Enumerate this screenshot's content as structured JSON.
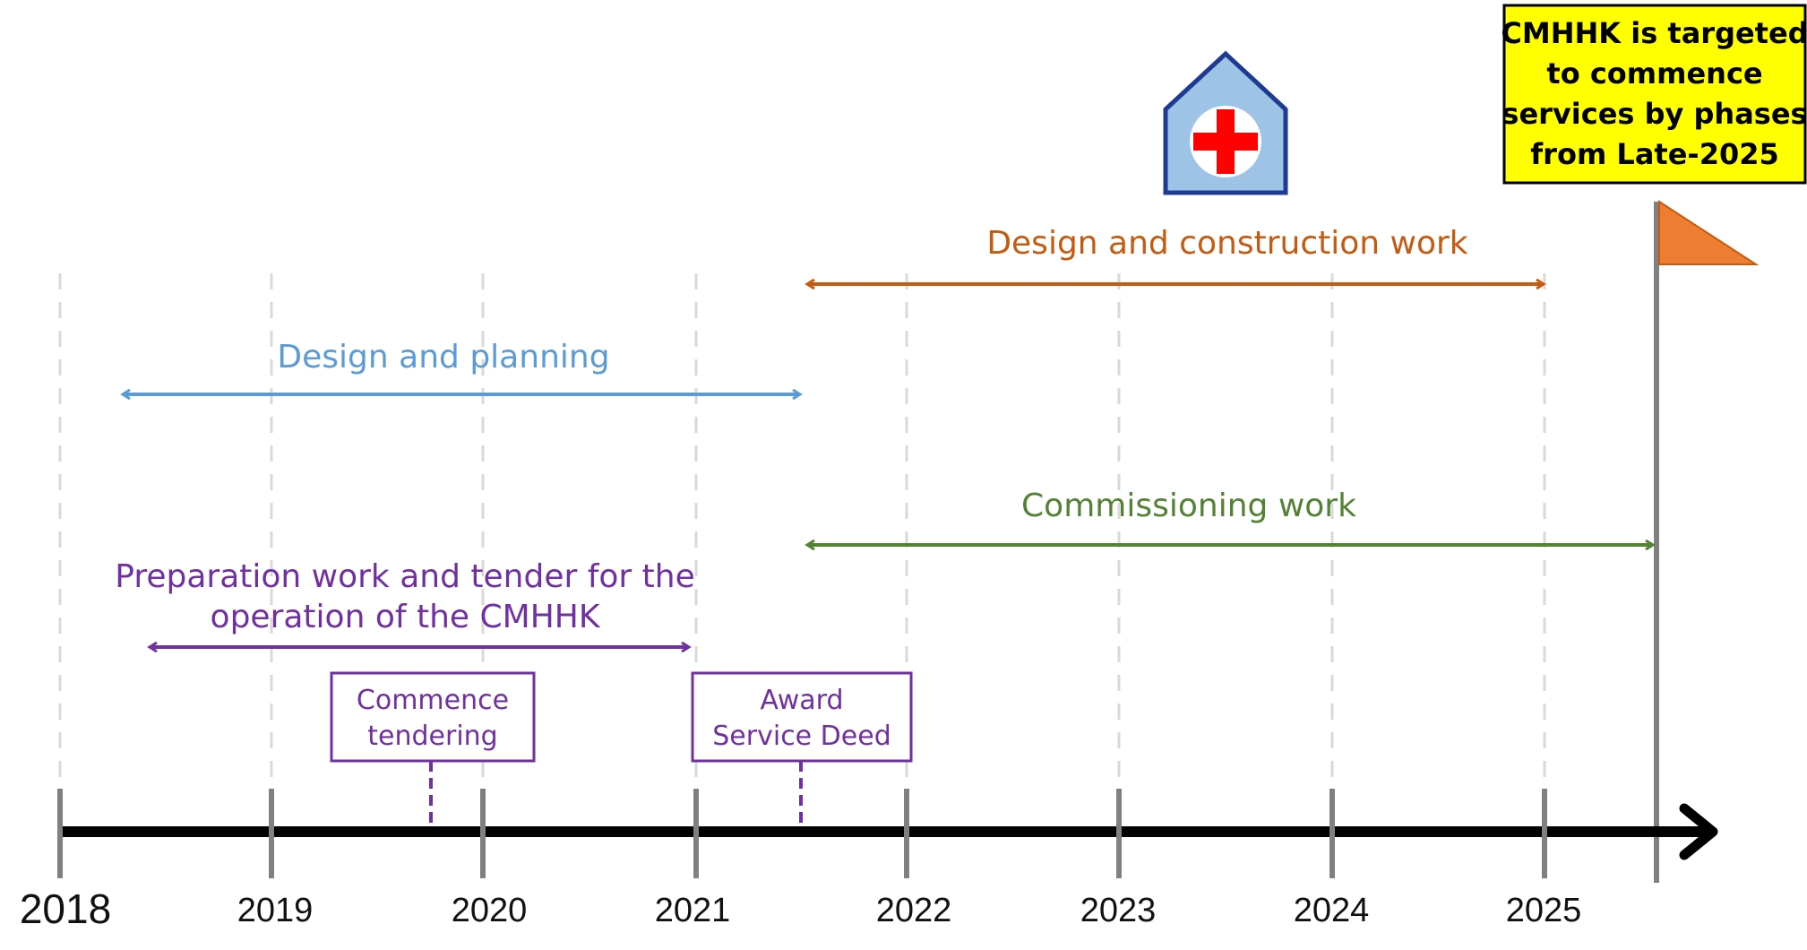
{
  "years": [
    "2018",
    "2019",
    "2020",
    "2021",
    "2022",
    "2023",
    "2024",
    "2025"
  ],
  "phases": {
    "design_construction": {
      "label": "Design and construction work",
      "color": "#c55a11",
      "start": 2021.5,
      "end": 2025.0
    },
    "design_planning": {
      "label": "Design and planning",
      "color": "#5b9bd5",
      "start": 2018.3,
      "end": 2021.5
    },
    "commissioning": {
      "label": "Commissioning work",
      "color": "#548235",
      "start": 2021.5,
      "end": 2025.53
    },
    "preparation": {
      "label_line1": "Preparation work and tender for the",
      "label_line2": "operation of the CMHHK",
      "color": "#7030a0",
      "start": 2018.43,
      "end": 2020.95
    }
  },
  "milestones": {
    "tendering": {
      "line1": "Commence",
      "line2": "tendering",
      "year": 2019.75
    },
    "award": {
      "line1": "Award",
      "line2": "Service Deed",
      "year": 2021.5
    }
  },
  "target": {
    "lines": [
      "CMHHK is targeted",
      "to commence",
      "services by phases",
      "from Late-2025"
    ],
    "background": "#ffff00",
    "year": 2025.53
  },
  "icons": {
    "hospital": "hospital-icon",
    "flag": "flag-icon"
  },
  "colors": {
    "flag": "#ed7d31",
    "hospital_fill": "#9dc3e6",
    "hospital_outline": "#1f3a93",
    "cross": "#ff0000"
  }
}
